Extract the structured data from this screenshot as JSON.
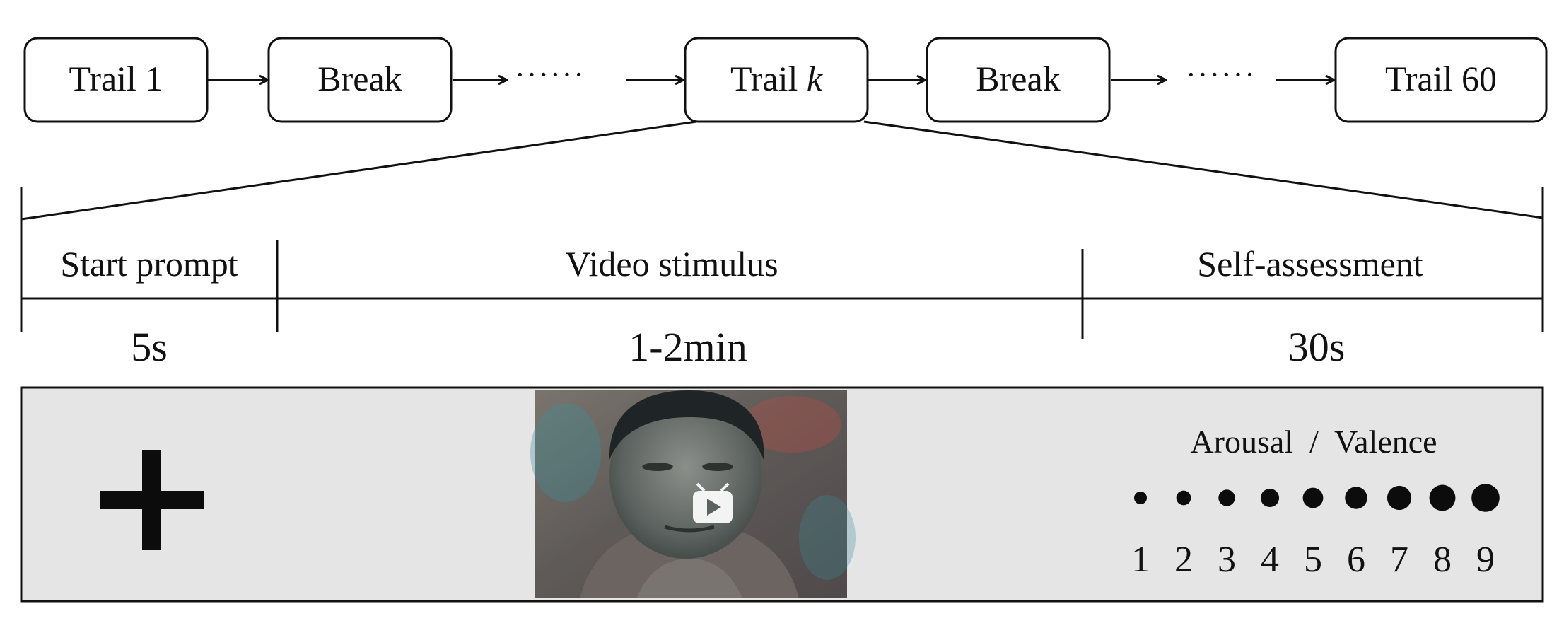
{
  "flow": {
    "trial_first": "Trail 1",
    "break_1": "Break",
    "ellipsis_1": "······",
    "trial_k_prefix": "Trail",
    "trial_k_var": "k",
    "break_2": "Break",
    "ellipsis_2": "······",
    "trial_last": "Trail 60"
  },
  "timeline": {
    "phase_1": {
      "label": "Start prompt",
      "duration": "5s"
    },
    "phase_2": {
      "label": "Video stimulus",
      "duration": "1-2min"
    },
    "phase_3": {
      "label": "Self-assessment",
      "duration": "30s"
    }
  },
  "panel": {
    "fixation_icon": "fixation-cross-icon",
    "video_icon": "play-icon",
    "rating_title": "Arousal  /  Valence",
    "rating_scale": [
      "1",
      "2",
      "3",
      "4",
      "5",
      "6",
      "7",
      "8",
      "9"
    ]
  },
  "colors": {
    "line": "#111111",
    "panel_bg": "#e6e5e6"
  }
}
